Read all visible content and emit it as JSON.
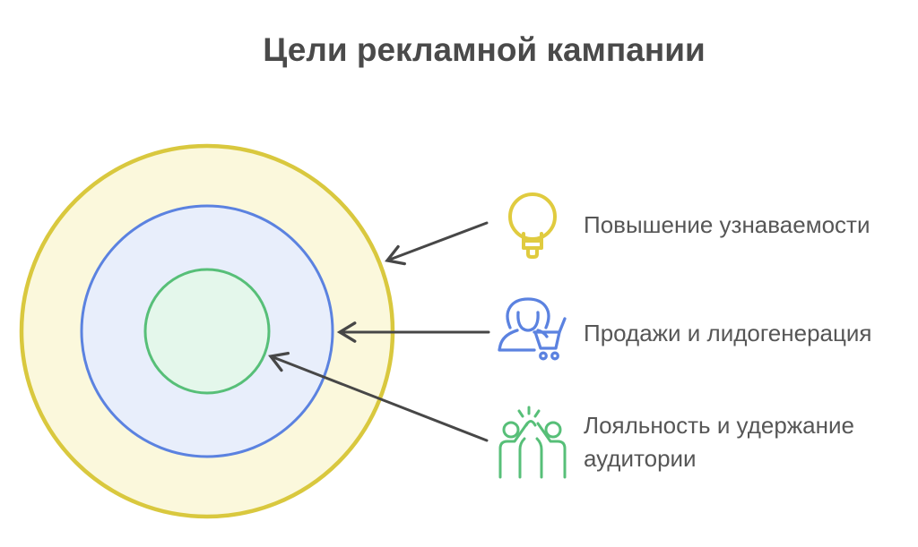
{
  "title": "Цели рекламной кампании",
  "rings": [
    {
      "name": "awareness",
      "fill": "#fbf8dc",
      "stroke": "#d9c83e",
      "label": "Повышение узнаваемости"
    },
    {
      "name": "sales_leads",
      "fill": "#e8eefb",
      "stroke": "#5b82e0",
      "label": "Продажи и лидогенерация"
    },
    {
      "name": "loyalty",
      "fill": "#e4f7eb",
      "stroke": "#57bf78",
      "label": "Лояльность и удержание аудитории"
    }
  ],
  "legend": [
    {
      "icon": "lightbulb-icon",
      "icon_color": "#e0cb3f",
      "label": "Повышение узнаваемости"
    },
    {
      "icon": "woman-shopping-cart-icon",
      "icon_color": "#5b82e0",
      "label": "Продажи и лидогенерация"
    },
    {
      "icon": "high-five-people-icon",
      "icon_color": "#57bf78",
      "label": "Лояльность и удержание аудитории"
    }
  ],
  "colors": {
    "arrow": "#474747",
    "title_text": "#4a4a4a",
    "label_text": "#565656",
    "background": "#ffffff"
  }
}
